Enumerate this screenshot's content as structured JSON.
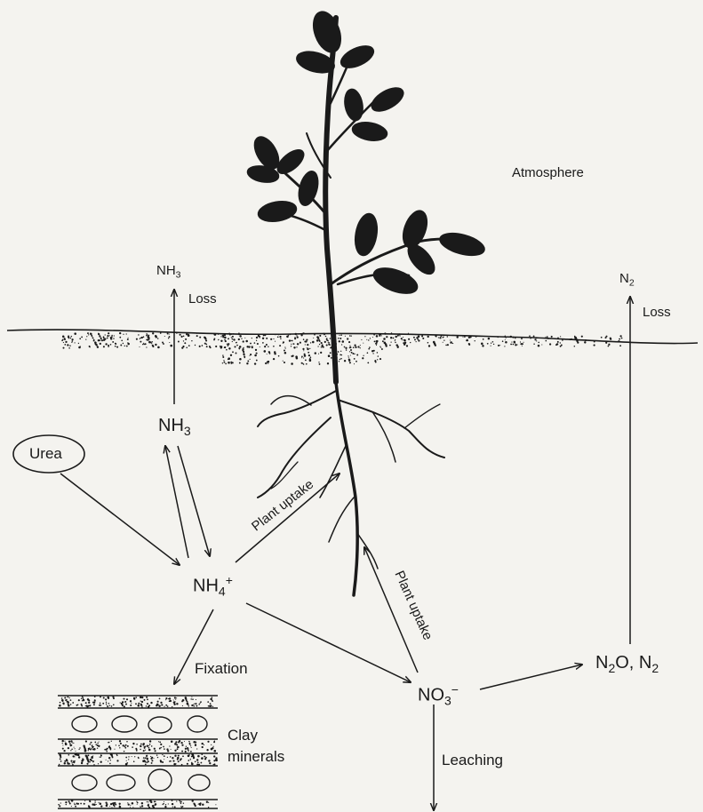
{
  "labels": {
    "atmosphere": "Atmosphere",
    "nh3_atm": {
      "base": "NH",
      "sub": "3"
    },
    "loss_left": "Loss",
    "n2_atm": {
      "base": "N",
      "sub": "2"
    },
    "loss_right": "Loss",
    "nh3_soil": {
      "base": "NH",
      "sub": "3"
    },
    "urea": "Urea",
    "nh4": {
      "base": "NH",
      "sub": "4",
      "sup": "+"
    },
    "plant_uptake_1": "Plant uptake",
    "plant_uptake_2": "Plant uptake",
    "fixation": "Fixation",
    "clay_1": "Clay",
    "clay_2": "minerals",
    "no3": {
      "base": "NO",
      "sub": "3",
      "sup": "−"
    },
    "n2o_n2": {
      "a": "N",
      "a_sub": "2",
      "b": "O, N",
      "b_sub": "2"
    },
    "leaching": "Leaching"
  },
  "colors": {
    "ink": "#1a1a1a",
    "paper": "#f4f3ef"
  }
}
